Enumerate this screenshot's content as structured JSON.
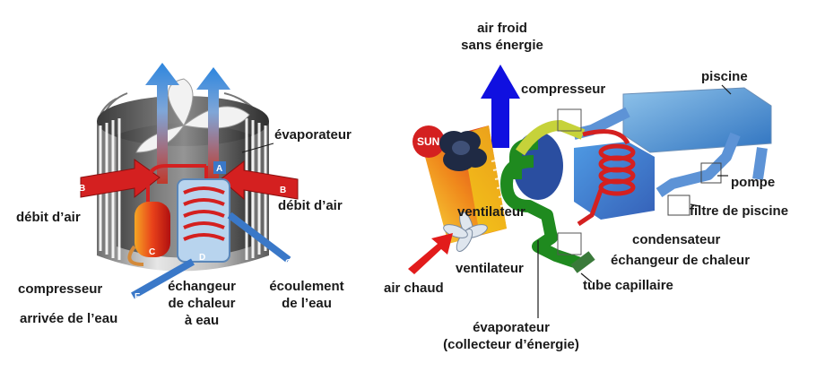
{
  "left_unit": {
    "labels": {
      "evaporateur": "évaporateur",
      "debit_air_left": "débit d’air",
      "debit_air_right": "débit d’air",
      "compresseur": "compresseur",
      "arrivee_eau": "arrivée de l’eau",
      "echangeur_l1": "échangeur",
      "echangeur_l2": "de chaleur",
      "echangeur_l3": "à eau",
      "ecoulement_l1": "écoulement",
      "ecoulement_l2": "de l’eau"
    },
    "tags": {
      "A": "A",
      "B_left": "B",
      "B_right": "B",
      "C": "C",
      "D": "D",
      "F": "F",
      "G": "G"
    }
  },
  "right_unit": {
    "labels": {
      "air_froid_l1": "air froid",
      "air_froid_l2": "sans énergie",
      "compresseur": "compresseur",
      "piscine": "piscine",
      "pompe": "pompe",
      "filtre": "filtre de piscine",
      "ventilateur_top": "ventilateur",
      "condensateur": "condensateur",
      "echangeur": "échangeur de chaleur",
      "ventilateur_bottom": "ventilateur",
      "air_chaud": "air chaud",
      "tube": "tube capillaire",
      "evaporateur_l1": "évaporateur",
      "evaporateur_l2": "(collecteur d’énergie)"
    },
    "sun": "SUN"
  },
  "colors": {
    "hot_red": "#d42020",
    "cold_blue": "#1010e0",
    "water_blue": "#3a78c8",
    "green": "#1f8a1f",
    "yellow": "#f2d21a"
  }
}
